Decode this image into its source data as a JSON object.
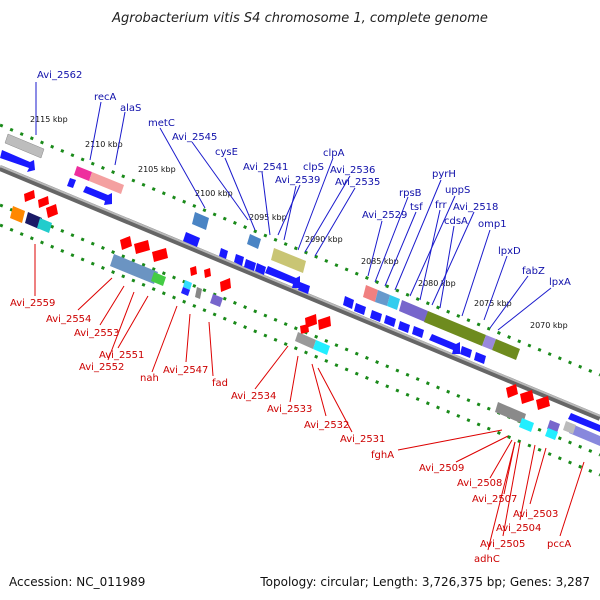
{
  "title": "Agrobacterium vitis S4 chromosome 1, complete genome",
  "footer": {
    "accession": "Accession: NC_011989",
    "summary": "Topology: circular; Length: 3,726,375 bp; Genes: 3,287"
  },
  "scale_ticks": [
    "2115 kbp",
    "2110 kbp",
    "2105 kbp",
    "2100 kbp",
    "2095 kbp",
    "2090 kbp",
    "2085 kbp",
    "2080 kbp",
    "2075 kbp",
    "2070 kbp"
  ],
  "top_labels": [
    "Avi_2562",
    "recA",
    "alaS",
    "metC",
    "Avi_2545",
    "cysE",
    "Avi_2541",
    "clpS",
    "Avi_2539",
    "clpA",
    "Avi_2536",
    "Avi_2535",
    "rpsB",
    "pyrH",
    "uppS",
    "tsf",
    "frr",
    "Avi_2518",
    "Avi_2529",
    "cdsA",
    "omp1",
    "lpxD",
    "fabZ",
    "lpxA"
  ],
  "bottom_labels": [
    "Avi_2559",
    "Avi_2554",
    "Avi_2553",
    "Avi_2551",
    "Avi_2552",
    "nah",
    "Avi_2547",
    "fad",
    "Avi_2534",
    "Avi_2533",
    "Avi_2532",
    "Avi_2531",
    "fghA",
    "Avi_2509",
    "Avi_2508",
    "Avi_2507",
    "Avi_2503",
    "Avi_2504",
    "Avi_2505",
    "adhC",
    "pccA"
  ],
  "colors": {
    "top_label": "#1010aa",
    "bottom_label": "#cc0000",
    "forward_gene": "#1a1aff",
    "reverse_gene": "#ff0000",
    "tick": "#1a8a1a",
    "backbone": "#808080"
  }
}
